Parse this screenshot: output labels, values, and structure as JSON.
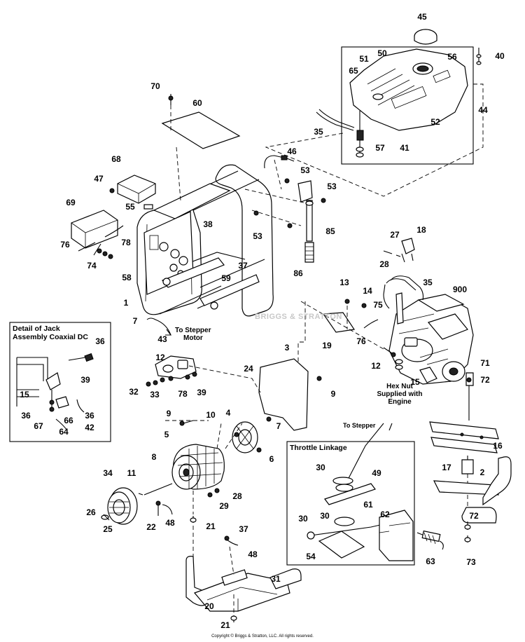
{
  "labels": {
    "p45": "45",
    "p40": "40",
    "p50": "50",
    "p56": "56",
    "p51": "51",
    "p65": "65",
    "p70": "70",
    "p60": "60",
    "p44": "44",
    "p52": "52",
    "p35a": "35",
    "p46": "46",
    "p57": "57",
    "p41": "41",
    "p68": "68",
    "p53a": "53",
    "p47": "47",
    "p53b": "53",
    "p69": "69",
    "p55": "55",
    "p38": "38",
    "p53c": "53",
    "p85": "85",
    "p78a": "78",
    "p76a": "76",
    "p74": "74",
    "p58": "58",
    "p37a": "37",
    "p59": "59",
    "p86": "86",
    "p27": "27",
    "p18": "18",
    "p28a": "28",
    "p13": "13",
    "p14": "14",
    "p35b": "35",
    "p900": "900",
    "p75": "75",
    "p1": "1",
    "p7a": "7",
    "p19": "19",
    "p76b": "76",
    "p36a": "36",
    "p43": "43",
    "p3": "3",
    "p39a": "39",
    "p12a": "12",
    "p24": "24",
    "p12b": "12",
    "p15a": "15",
    "p71": "71",
    "p72a": "72",
    "p15b": "15",
    "p36b": "36",
    "p67": "67",
    "p66": "66",
    "p36c": "36",
    "p42": "42",
    "p64": "64",
    "p32": "32",
    "p33": "33",
    "p78b": "78",
    "p39b": "39",
    "p9a": "9",
    "p9b": "9",
    "p10": "10",
    "p4": "4",
    "p7b": "7",
    "p16": "16",
    "p5": "5",
    "p6": "6",
    "p8": "8",
    "p30a": "30",
    "p49": "49",
    "p17": "17",
    "p2": "2",
    "p34": "34",
    "p11": "11",
    "p28b": "28",
    "p61": "61",
    "p26": "26",
    "p22": "22",
    "p48a": "48",
    "p29": "29",
    "p30b": "30",
    "p62": "62",
    "p72b": "72",
    "p25": "25",
    "p21a": "21",
    "p30c": "30",
    "p37b": "37",
    "p48b": "48",
    "p54": "54",
    "p63": "63",
    "p73": "73",
    "p31": "31",
    "p20": "20",
    "p21b": "21"
  },
  "notes": {
    "stepper_motor_1": "To Stepper",
    "stepper_motor_2": "Motor",
    "hex_nut_1": "Hex Nut",
    "hex_nut_2": "Supplied with",
    "hex_nut_3": "Engine",
    "to_stepper": "To Stepper"
  },
  "boxes": {
    "jack_title_1": "Detail of Jack",
    "jack_title_2": "Assembly Coaxial DC",
    "throttle_title": "Throttle Linkage"
  },
  "watermark": "BRIGGS & STRATTON",
  "copyright": "Copyright © Briggs & Stratton, LLC. All rights reserved."
}
